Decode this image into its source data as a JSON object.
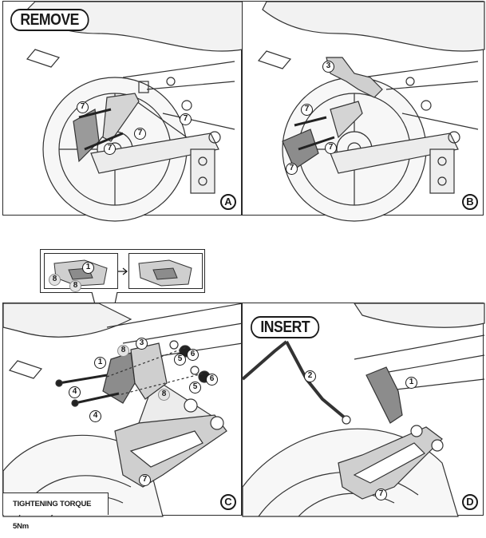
{
  "steps": {
    "a": {
      "letter": "A",
      "action": "REMOVE",
      "callouts": [
        "7",
        "7",
        "7",
        "7"
      ]
    },
    "b": {
      "letter": "B",
      "callouts": [
        "3",
        "7",
        "7",
        "7"
      ]
    },
    "c": {
      "letter": "C",
      "callouts": [
        "1",
        "8",
        "3",
        "6",
        "5",
        "5",
        "6",
        "4",
        "4",
        "8",
        "7"
      ],
      "torque_note": "TIGHTENING TORQUE 5Nm"
    },
    "d": {
      "letter": "D",
      "action": "INSERT",
      "callouts": [
        "2",
        "1",
        "7"
      ]
    }
  },
  "detail": {
    "callouts": [
      "1",
      "8",
      "8"
    ]
  },
  "colors": {
    "line": "#1a1a1a",
    "part_fill": "#cfcfcf",
    "part_dark": "#8c8c8c",
    "grey_callout": "#e4e4e4"
  }
}
